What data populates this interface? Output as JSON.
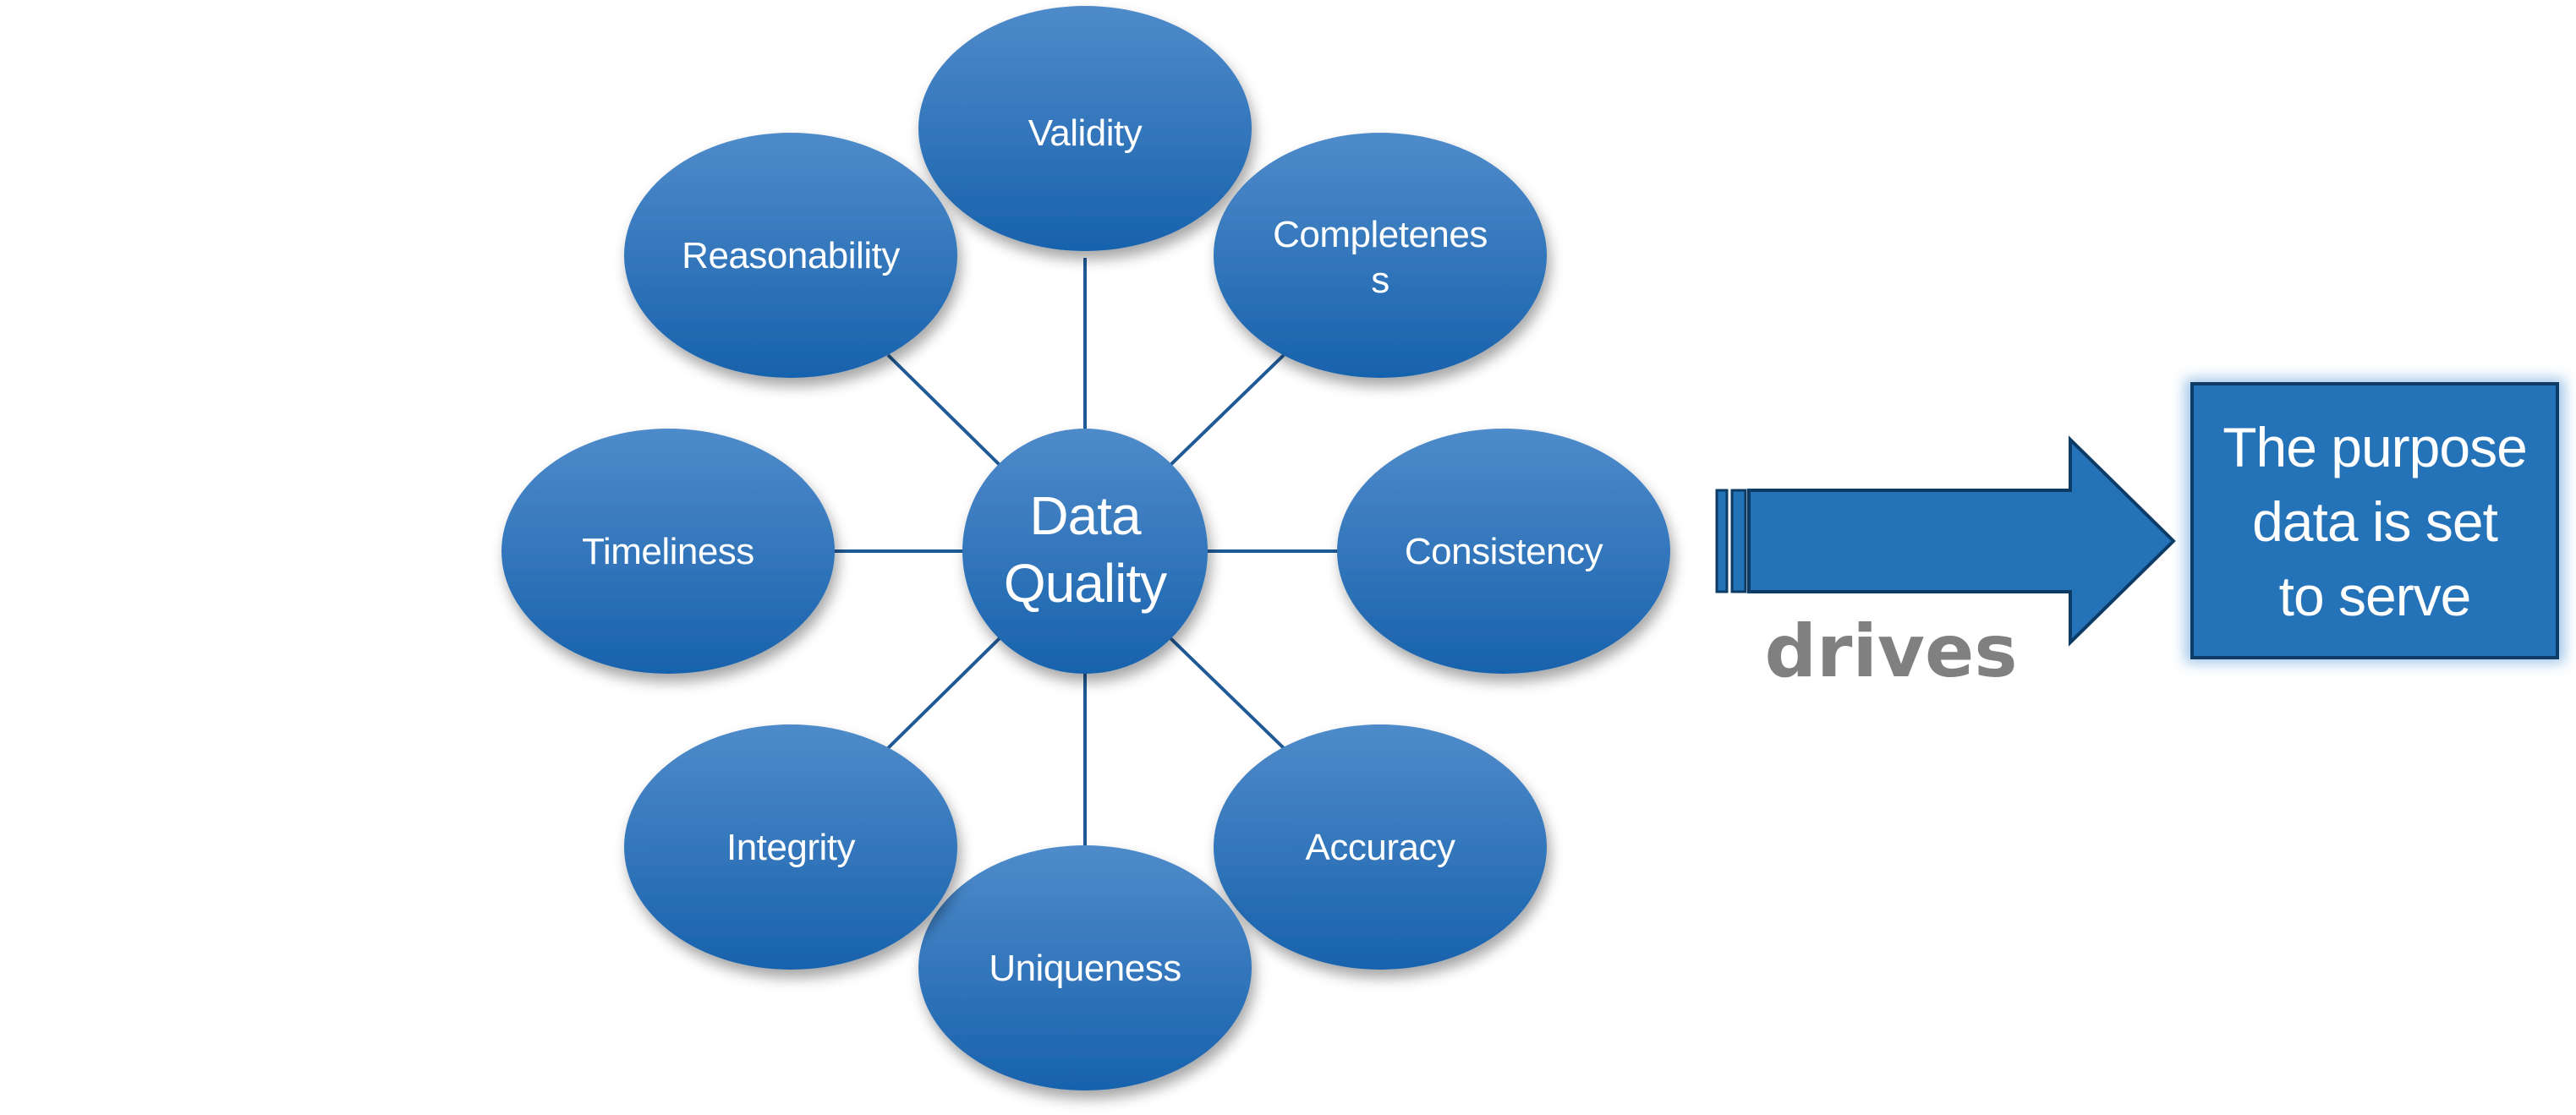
{
  "diagram": {
    "center": {
      "line1": "Data",
      "line2": "Quality"
    },
    "nodes": {
      "validity": "Validity",
      "completeness_line1": "Completenes",
      "completeness_line2": "s",
      "consistency": "Consistency",
      "accuracy": "Accuracy",
      "uniqueness": "Uniqueness",
      "integrity": "Integrity",
      "timeliness": "Timeliness",
      "reasonability": "Reasonability"
    },
    "arrow_label": "drives",
    "target": {
      "line1": "The purpose",
      "line2": "data is set",
      "line3": "to serve"
    }
  },
  "colors": {
    "node_fill_top": "#4a86c6",
    "node_fill_bottom": "#1a62ad",
    "connector": "#1f5a96",
    "arrow_fill": "#2472b8",
    "arrow_stroke": "#0d3b66",
    "label_gray": "#808080",
    "target_fill": "#2472b8",
    "target_glow": "#9cc3ea"
  }
}
